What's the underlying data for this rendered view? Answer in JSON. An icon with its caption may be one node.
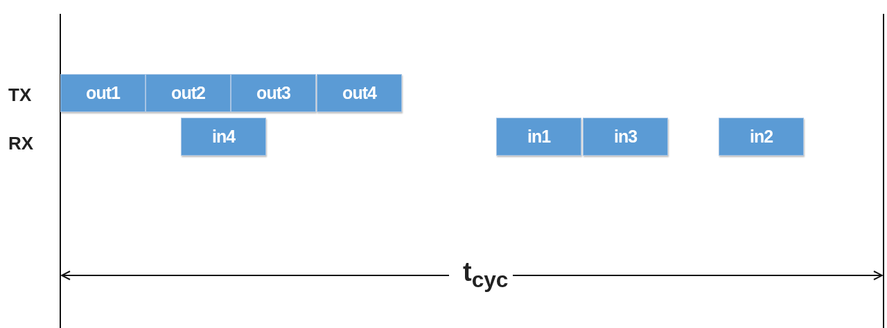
{
  "diagram": {
    "nodes": [
      {
        "text": [
          "out1"
        ]
      },
      {
        "text": [
          "out2"
        ]
      },
      {
        "text": [
          "out3"
        ]
      },
      {
        "text": [
          "out4"
        ]
      },
      {
        "text": [
          "in4"
        ]
      },
      {
        "text": [
          "in1"
        ]
      },
      {
        "text": [
          "in3"
        ]
      },
      {
        "text": [
          "in2"
        ]
      }
    ],
    "edges": [],
    "labels": [
      "TX",
      "RX",
      "t$_{cyc}$"
    ]
  }
}
